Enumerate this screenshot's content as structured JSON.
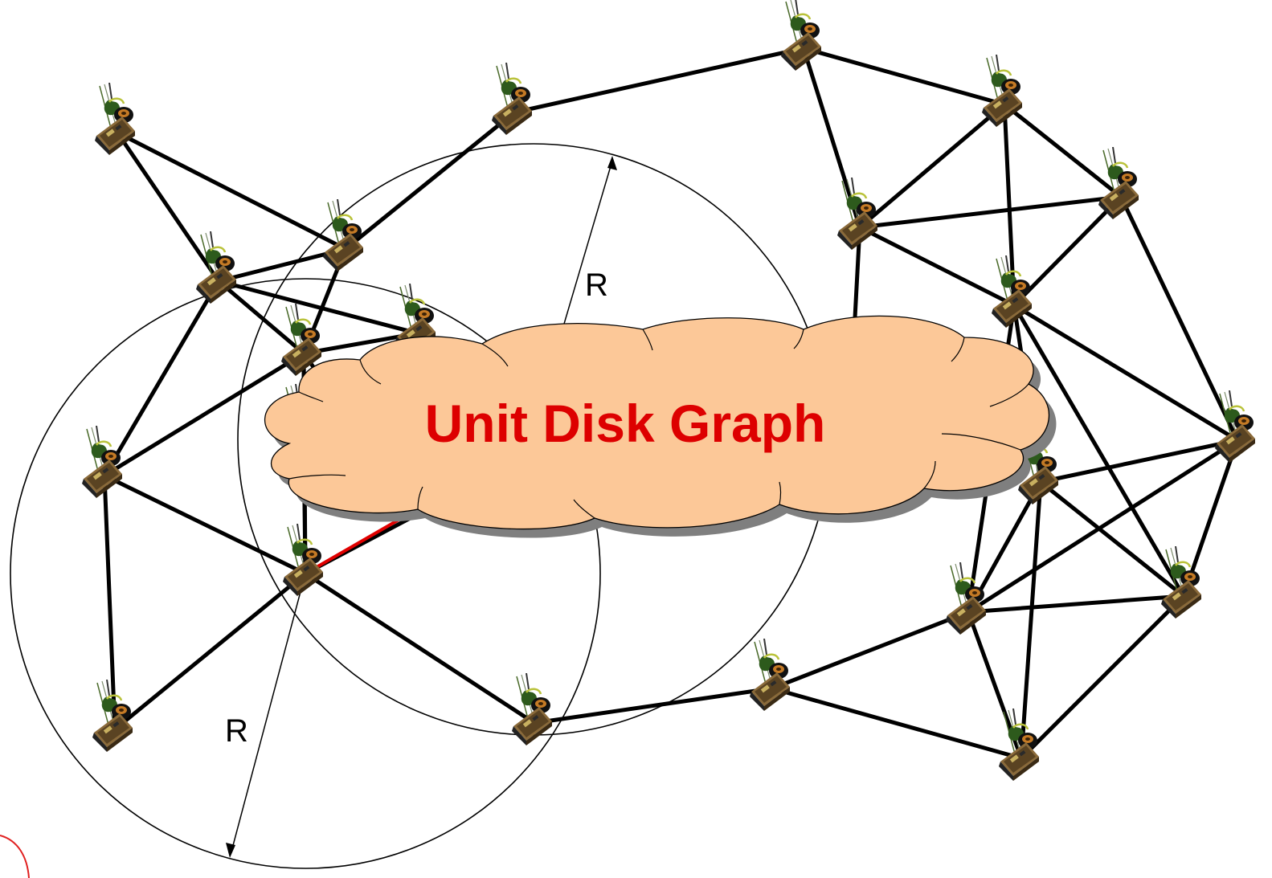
{
  "title": "Unit Disk Graph",
  "radius_label": "R",
  "colors": {
    "edge": "#000000",
    "highlight_edge": "#e00000",
    "cloud_fill": "#fcc898",
    "cloud_shadow": "#7f7f7f",
    "title_text": "#dd0000"
  },
  "icons": {
    "node": "sensor-mote-icon"
  },
  "graph": {
    "node_count": 29,
    "edges": [
      [
        0,
        3
      ],
      [
        0,
        2
      ],
      [
        1,
        2
      ],
      [
        1,
        4
      ],
      [
        4,
        5
      ],
      [
        4,
        6
      ],
      [
        5,
        7
      ],
      [
        5,
        8
      ],
      [
        6,
        7
      ],
      [
        6,
        8
      ],
      [
        7,
        8
      ],
      [
        6,
        17
      ],
      [
        7,
        17
      ],
      [
        6,
        18
      ],
      [
        7,
        18
      ],
      [
        7,
        12
      ],
      [
        17,
        18
      ],
      [
        18,
        12
      ],
      [
        16,
        15
      ],
      [
        3,
        2
      ],
      [
        3,
        9
      ],
      [
        3,
        10
      ],
      [
        3,
        11
      ],
      [
        2,
        9
      ],
      [
        2,
        10
      ],
      [
        10,
        11
      ],
      [
        9,
        11
      ],
      [
        9,
        13
      ],
      [
        9,
        11
      ],
      [
        11,
        13
      ],
      [
        11,
        14
      ],
      [
        13,
        14
      ],
      [
        13,
        15
      ],
      [
        15,
        16
      ],
      [
        12,
        14
      ],
      [
        14,
        21
      ],
      [
        21,
        22
      ],
      [
        21,
        20
      ],
      [
        20,
        12
      ],
      [
        19,
        20
      ],
      [
        22,
        23
      ],
      [
        22,
        24
      ],
      [
        23,
        25
      ],
      [
        24,
        26
      ],
      [
        25,
        26
      ],
      [
        27,
        26
      ],
      [
        23,
        26
      ],
      [
        23,
        28
      ],
      [
        24,
        28
      ],
      [
        27,
        25
      ],
      [
        8,
        25
      ],
      [
        8,
        27
      ]
    ]
  }
}
